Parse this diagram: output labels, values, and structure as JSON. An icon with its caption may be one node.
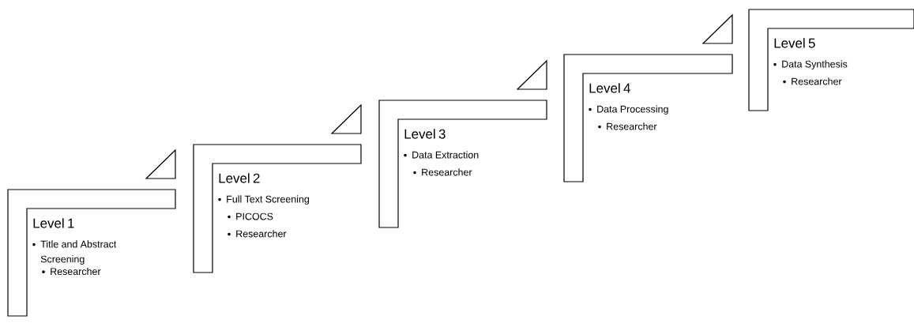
{
  "diagram": {
    "nodes": [
      {
        "text": [
          "Level 1",
          "Title and Abstract Screening",
          "Researcher"
        ]
      },
      {
        "text": [
          "Level 2",
          "Full Text Screening",
          "PICOCS",
          "Researcher"
        ]
      },
      {
        "text": [
          "Level 3",
          "Data Extraction",
          "Researcher"
        ]
      },
      {
        "text": [
          "Level 4",
          "Data Processing",
          "Researcher"
        ]
      },
      {
        "text": [
          "Level 5",
          "Data Synthesis",
          "Researcher"
        ]
      }
    ]
  }
}
